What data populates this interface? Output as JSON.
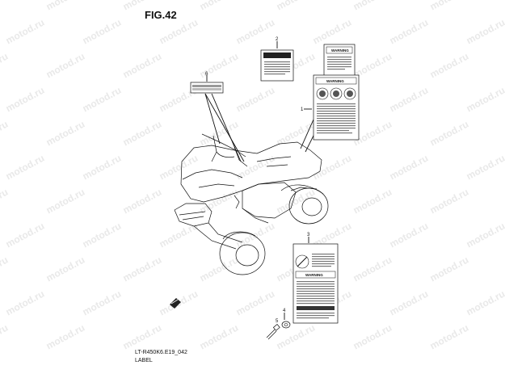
{
  "figure": {
    "title": "FIG.42",
    "model_code": "LT-R450K6.E19_042",
    "caption": "LABEL"
  },
  "callouts": [
    "1",
    "2",
    "3",
    "4",
    "5",
    "6"
  ],
  "labels": {
    "warning_text": "WARNING"
  },
  "watermark": "motod.ru",
  "colors": {
    "ink": "#111111",
    "watermark": "#e9e9e9",
    "dark_bar": "#222222"
  }
}
